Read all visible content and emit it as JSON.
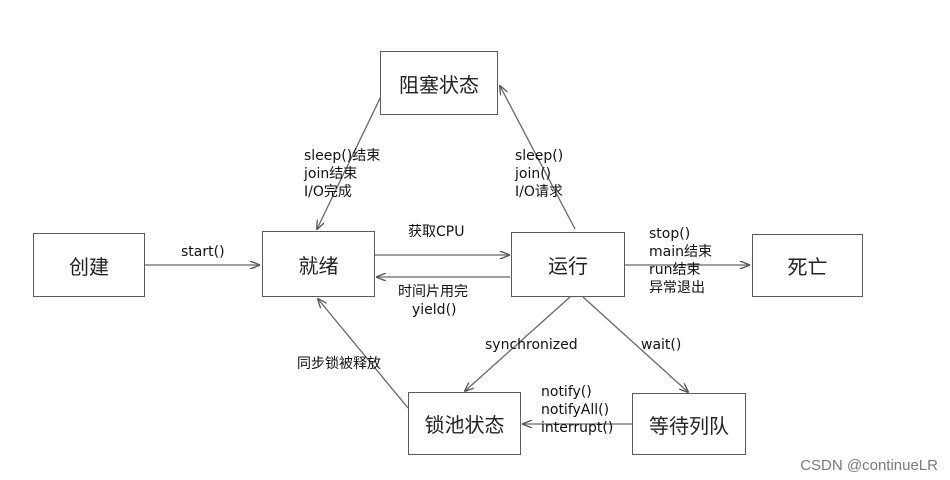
{
  "states": {
    "create": "创建",
    "ready": "就绪",
    "running": "运行",
    "blocked": "阻塞状态",
    "dead": "死亡",
    "lock_pool": "锁池状态",
    "wait_queue": "等待列队"
  },
  "labels": {
    "start": "start()",
    "get_cpu": "获取CPU",
    "timeslice": [
      "时间片用完",
      "yield()"
    ],
    "blocked_to_ready": [
      "sleep()结束",
      "join结束",
      "I/O完成"
    ],
    "running_to_blocked": [
      "sleep()",
      "join()",
      "I/O请求"
    ],
    "running_to_dead": [
      "stop()",
      "main结束",
      "run结束",
      "异常退出"
    ],
    "synchronized": "synchronized",
    "wait": "wait()",
    "lock_released": "同步锁被释放",
    "notify": [
      "notify()",
      "notifyAll()",
      "interrupt()"
    ]
  },
  "watermark": "CSDN @continueLR"
}
